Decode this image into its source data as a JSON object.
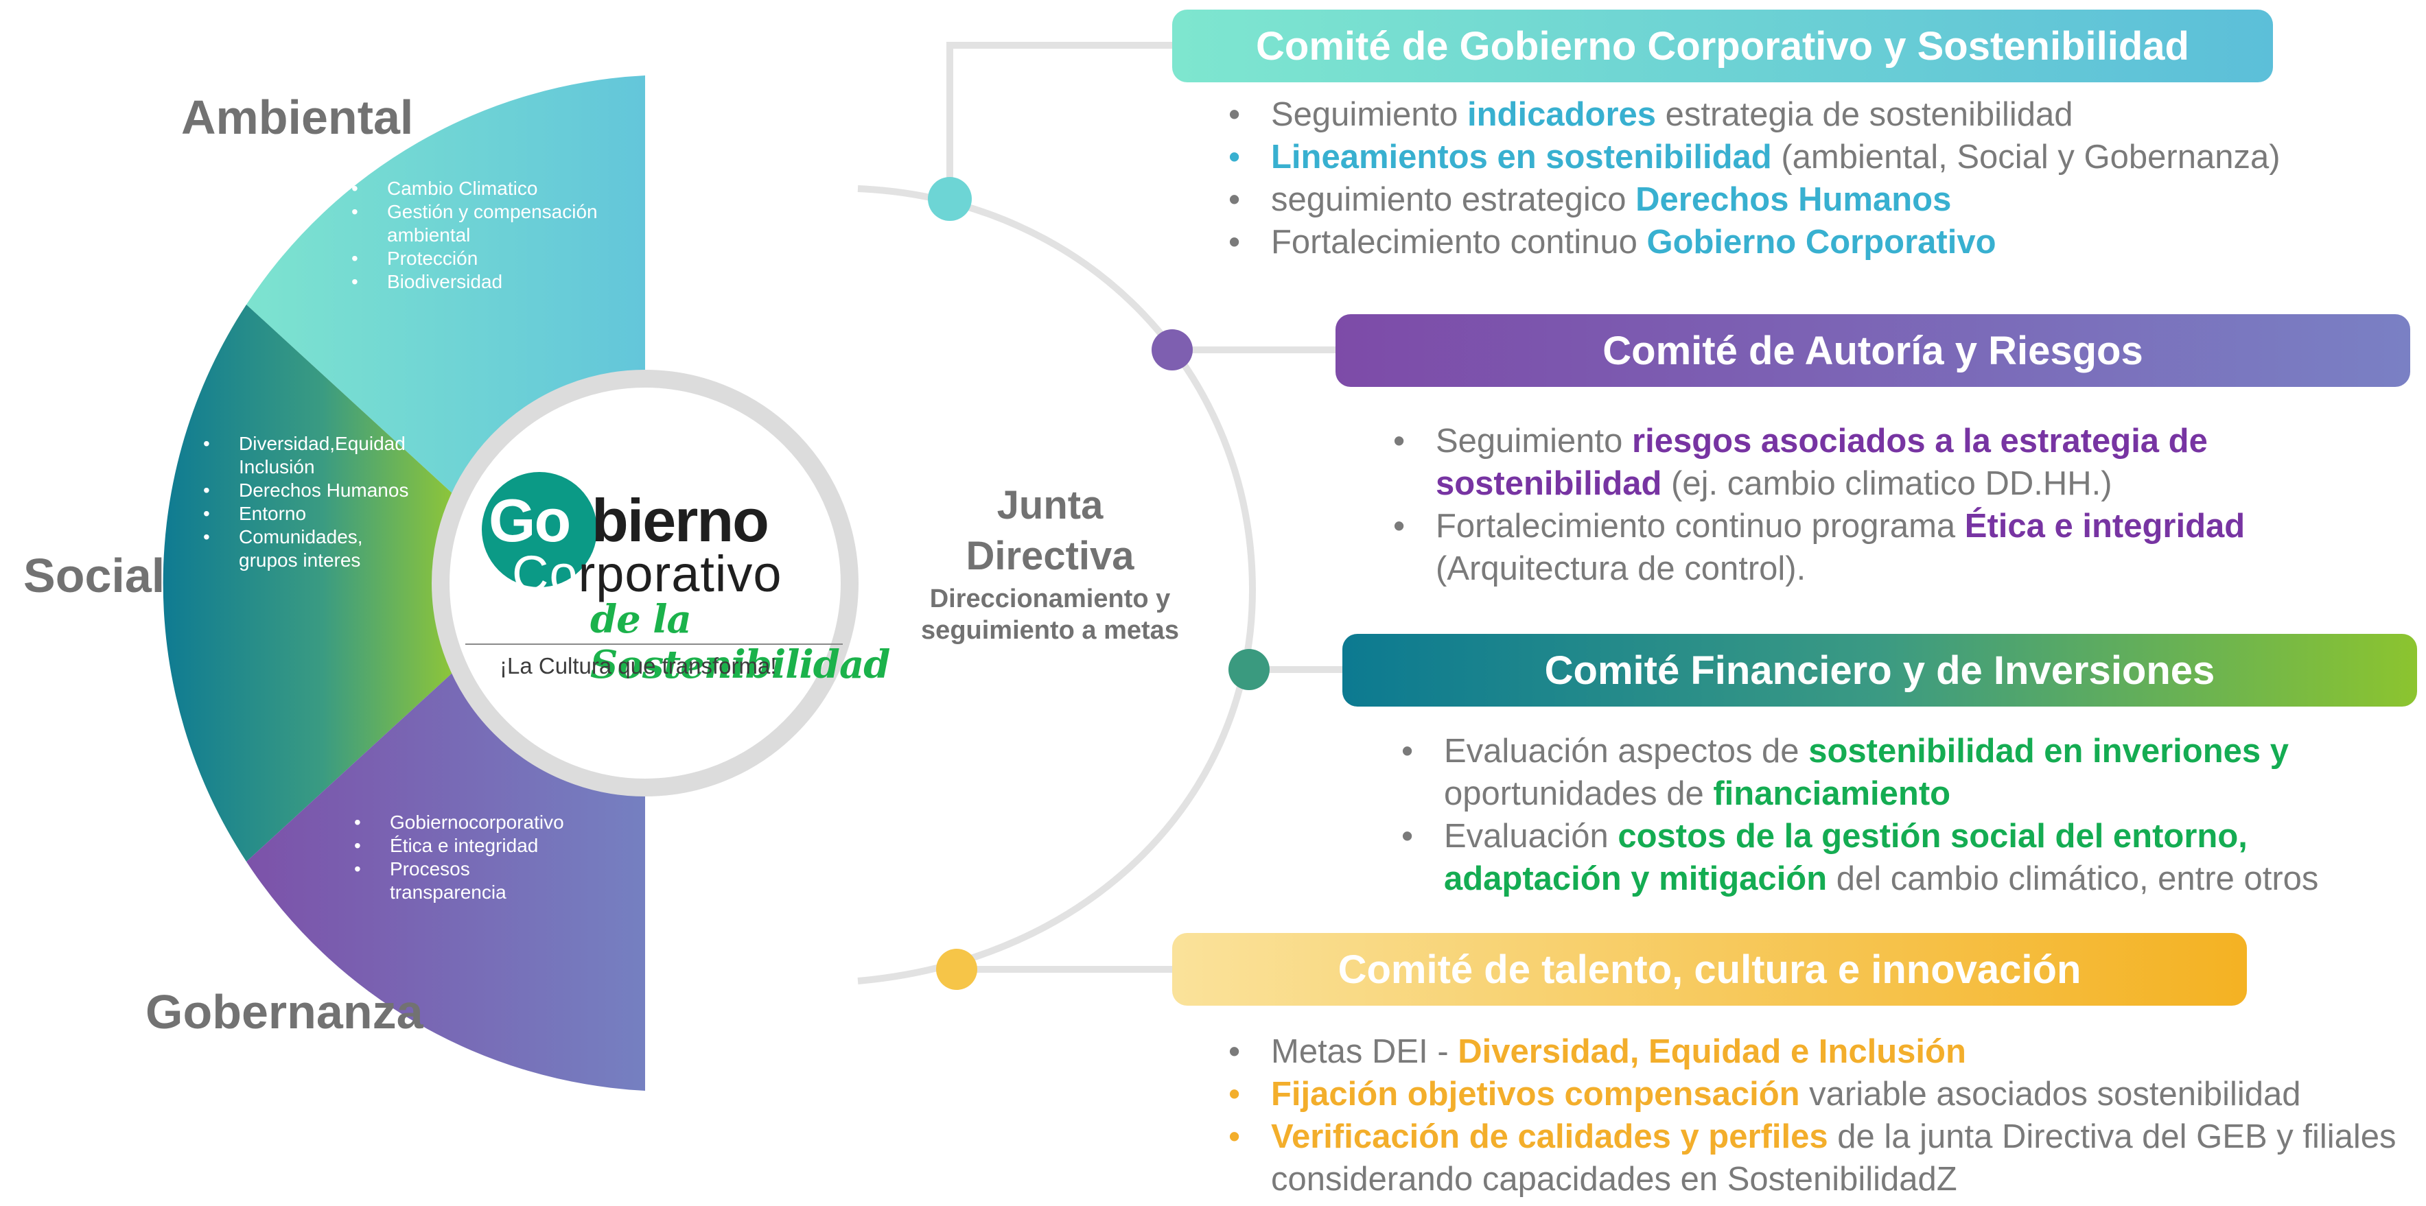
{
  "pillars": {
    "ambiental": {
      "label": "Ambiental",
      "color": "#5cc9d8",
      "items": [
        "Cambio Climatico",
        "Gestión y compensación\nambiental",
        "Protección",
        "Biodiversidad"
      ]
    },
    "social": {
      "label": "Social",
      "color": "#2e8f8b",
      "items": [
        "Diversidad,Equidad\nInclusión",
        "Derechos Humanos",
        "Entorno",
        "Comunidades,\ngrupos interes"
      ]
    },
    "gobernanza": {
      "label": "Gobernanza",
      "color": "#7a68b3",
      "items": [
        "Gobiernocorporativo",
        "Ética e integridad",
        "Procesos\ntransparencia"
      ]
    }
  },
  "logo": {
    "go": "Go",
    "bierno": "bierno",
    "co": "Co",
    "rporativo": "rporativo",
    "sostenibilidad": "de la Sostenibilidad",
    "tagline": "¡La Cultura que transforma!",
    "primary_color": "#0b9a86",
    "accent_color": "#1bb24b"
  },
  "center": {
    "title_line1": "Junta",
    "title_line2": "Directiva",
    "subtitle_line1": "Direccionamiento y",
    "subtitle_line2": "seguimiento a metas"
  },
  "committees": {
    "gobierno": {
      "title": "Comité de Gobierno Corporativo y Sostenibilidad",
      "accent": "#38b0d0",
      "items": [
        {
          "pre": "Seguimiento ",
          "key": "indicadores",
          "post": " estrategia de sostenibilidad"
        },
        {
          "pre": "",
          "key": "Lineamientos en sostenibilidad",
          "post": " (ambiental, Social y Gobernanza)"
        },
        {
          "pre": "seguimiento estrategico ",
          "key": "Derechos Humanos",
          "post": ""
        },
        {
          "pre": "Fortalecimiento continuo ",
          "key": "Gobierno Corporativo",
          "post": ""
        }
      ]
    },
    "auditoria": {
      "title": "Comité de Autoría y Riesgos",
      "accent": "#7734a2",
      "items": [
        {
          "pre": "Seguimiento ",
          "key": "riesgos asociados a la estrategia de sostenibilidad",
          "post": " (ej. cambio climatico DD.HH.)"
        },
        {
          "pre": "Fortalecimiento continuo programa ",
          "key": "Ética e integridad",
          "post": " (Arquitectura de control)."
        }
      ]
    },
    "financiero": {
      "title": "Comité Financiero y de Inversiones",
      "accent": "#14ac52",
      "items": [
        {
          "pre": "Evaluación aspectos de ",
          "key": "sostenibilidad en inveriones y",
          "mid": " oportunidades de ",
          "key2": "financiamiento",
          "post": ""
        },
        {
          "pre": "Evaluación ",
          "key": "costos de la gestión social del entorno, adaptación y mitigación",
          "post": " del cambio climático, entre otros"
        }
      ]
    },
    "talento": {
      "title": "Comité de talento, cultura e innovación",
      "accent": "#f3ae2b",
      "items": [
        {
          "pre": "Metas DEI - ",
          "key": "Diversidad, Equidad e Inclusión",
          "post": ""
        },
        {
          "pre": "",
          "key": "Fijación objetivos compensación",
          "post": " variable asociados sostenibilidad"
        },
        {
          "pre": "",
          "key": "Verificación de calidades y perfiles",
          "post": " de la junta Directiva del GEB y filiales considerando capacidades en SostenibilidadZ"
        }
      ]
    }
  }
}
